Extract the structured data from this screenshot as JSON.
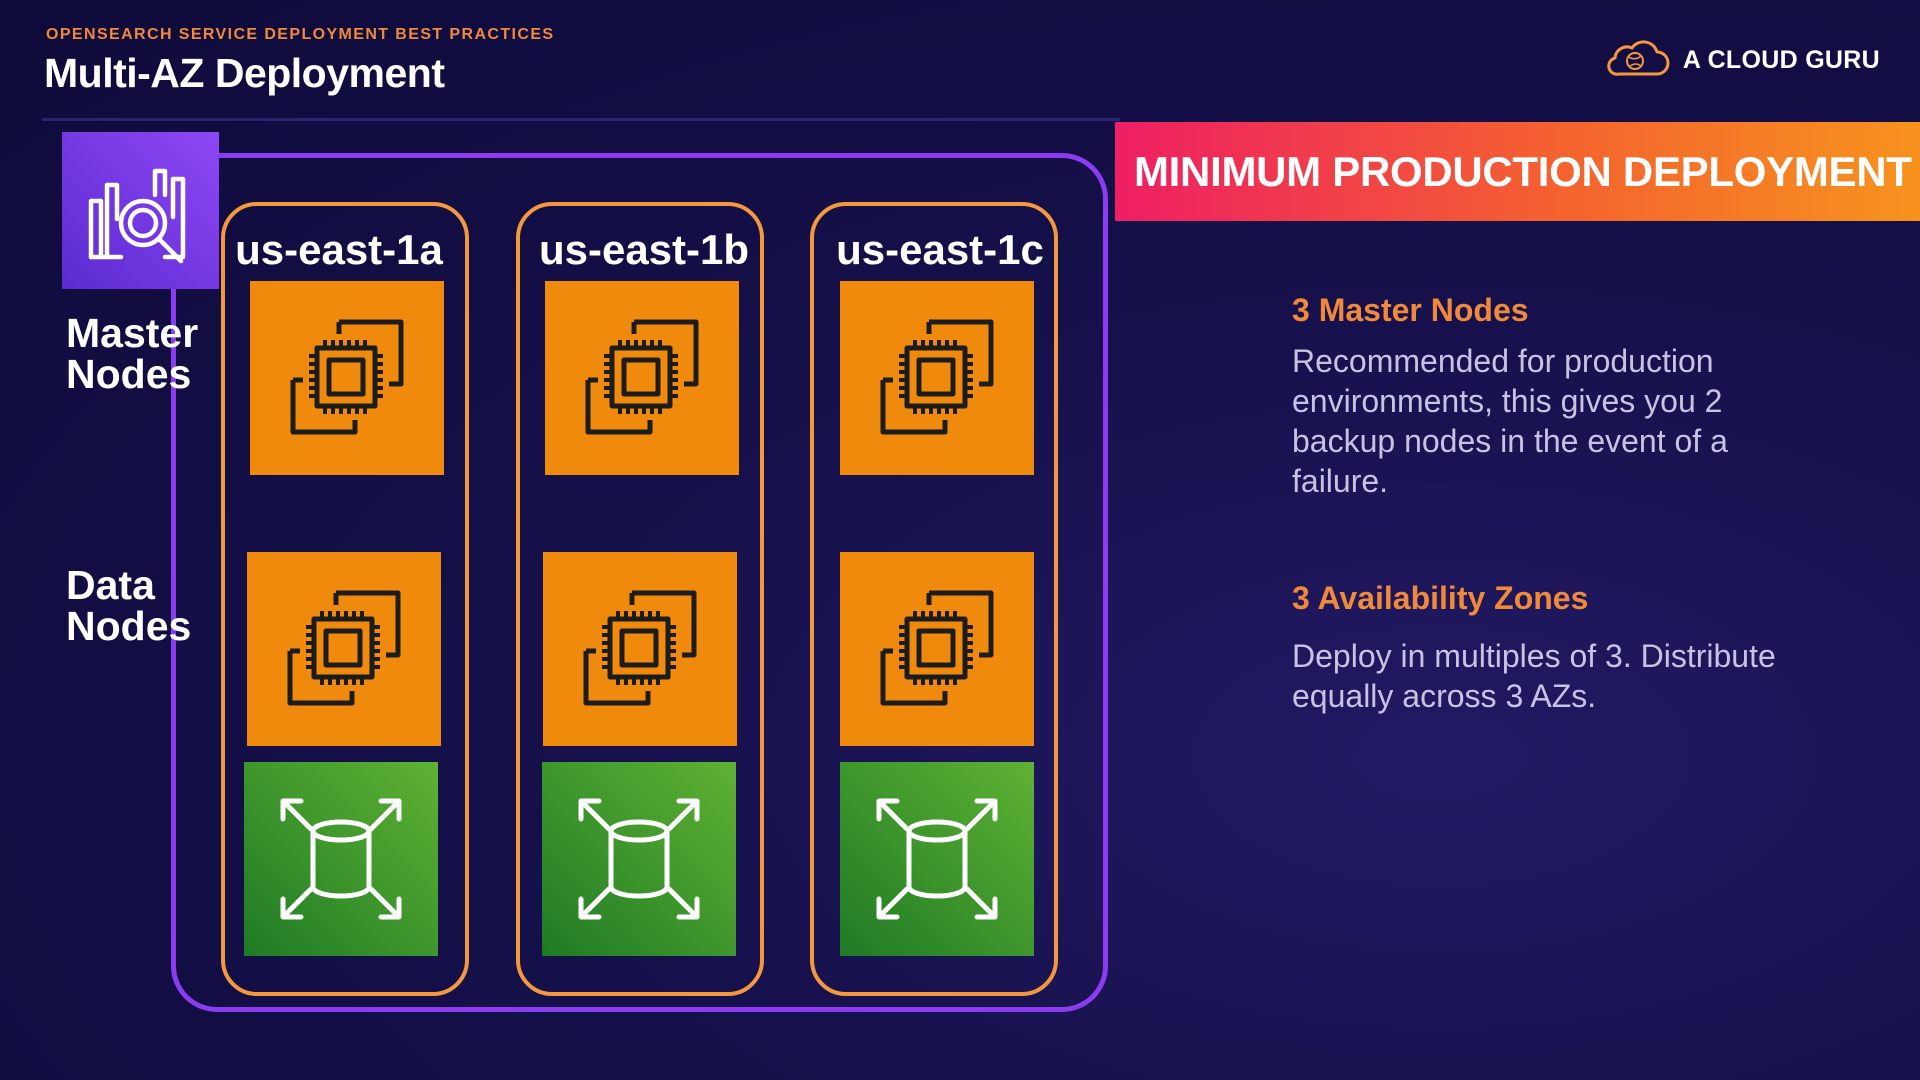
{
  "header": {
    "eyebrow": "OPENSEARCH SERVICE DEPLOYMENT BEST PRACTICES",
    "title": "Multi-AZ Deployment"
  },
  "brand": {
    "name": "A CLOUD GURU",
    "icon": "cloud-logo-icon"
  },
  "diagram": {
    "service_icon": "opensearch-service-icon",
    "rows": {
      "master": "Master\nNodes",
      "data": "Data\nNodes"
    },
    "zones": [
      "us-east-1a",
      "us-east-1b",
      "us-east-1c"
    ],
    "master_icon": "ec2-instances-icon",
    "data_icon": "ec2-instances-icon",
    "storage_icon": "ebs-elastic-volume-icon",
    "colors": {
      "container": "#8b3cf0",
      "zone_border": "#f4983e",
      "compute": "#ef8a0c",
      "storage": "#3f9b2c"
    }
  },
  "panel": {
    "banner": "MINIMUM PRODUCTION DEPLOYMENT",
    "sections": [
      {
        "heading": "3 Master Nodes",
        "body": "Recommended for production environments, this gives you 2 backup nodes in the event of a failure."
      },
      {
        "heading": "3 Availability Zones",
        "body": "Deploy in multiples of 3. Distribute equally across 3 AZs."
      }
    ]
  }
}
